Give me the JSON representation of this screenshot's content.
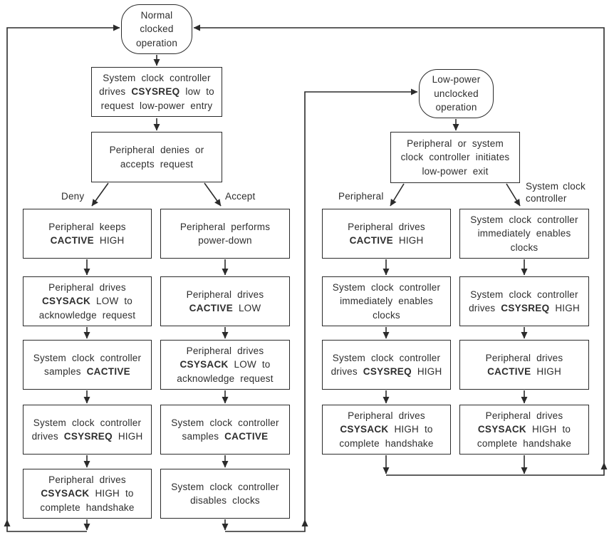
{
  "colors": {
    "line": "#2b2b2b",
    "text": "#2e2e2e",
    "background": "#ffffff"
  },
  "branch_labels": {
    "deny": "Deny",
    "accept": "Accept",
    "peripheral": "Peripheral",
    "system_clock_controller": "System clock controller"
  },
  "nodes": {
    "normal_operation": {
      "lines": [
        [
          {
            "t": "Normal"
          }
        ],
        [
          {
            "t": "clocked"
          }
        ],
        [
          {
            "t": "operation"
          }
        ]
      ]
    },
    "request_entry": {
      "lines": [
        [
          {
            "t": "System clock controller"
          }
        ],
        [
          {
            "t": "drives "
          },
          {
            "t": "CSYSREQ",
            "b": true
          },
          {
            "t": " low to"
          }
        ],
        [
          {
            "t": "request low-power entry"
          }
        ]
      ]
    },
    "deny_or_accept": {
      "lines": [
        [
          {
            "t": "Peripheral denies or"
          }
        ],
        [
          {
            "t": "accepts request"
          }
        ]
      ]
    },
    "low_power_operation": {
      "lines": [
        [
          {
            "t": "Low-power"
          }
        ],
        [
          {
            "t": "unclocked"
          }
        ],
        [
          {
            "t": "operation"
          }
        ]
      ]
    },
    "initiate_exit": {
      "lines": [
        [
          {
            "t": "Peripheral or system"
          }
        ],
        [
          {
            "t": "clock controller initiates"
          }
        ],
        [
          {
            "t": "low-power exit"
          }
        ]
      ]
    },
    "deny_keep_cactive": {
      "lines": [
        [
          {
            "t": "Peripheral keeps"
          }
        ],
        [
          {
            "t": "CACTIVE",
            "b": true
          },
          {
            "t": " HIGH"
          }
        ]
      ]
    },
    "deny_csysack_low": {
      "lines": [
        [
          {
            "t": "Peripheral drives"
          }
        ],
        [
          {
            "t": "CSYSACK",
            "b": true
          },
          {
            "t": " LOW to"
          }
        ],
        [
          {
            "t": "acknowledge request"
          }
        ]
      ]
    },
    "deny_sample_cactive": {
      "lines": [
        [
          {
            "t": "System clock controller"
          }
        ],
        [
          {
            "t": "samples "
          },
          {
            "t": "CACTIVE",
            "b": true
          }
        ]
      ]
    },
    "deny_csysreq_high": {
      "lines": [
        [
          {
            "t": "System clock controller"
          }
        ],
        [
          {
            "t": "drives "
          },
          {
            "t": "CSYSREQ",
            "b": true
          },
          {
            "t": " HIGH"
          }
        ]
      ]
    },
    "deny_csysack_high": {
      "lines": [
        [
          {
            "t": "Peripheral drives"
          }
        ],
        [
          {
            "t": "CSYSACK",
            "b": true
          },
          {
            "t": " HIGH to"
          }
        ],
        [
          {
            "t": "complete handshake"
          }
        ]
      ]
    },
    "accept_power_down": {
      "lines": [
        [
          {
            "t": "Peripheral performs"
          }
        ],
        [
          {
            "t": "power-down"
          }
        ]
      ]
    },
    "accept_cactive_low": {
      "lines": [
        [
          {
            "t": "Peripheral drives"
          }
        ],
        [
          {
            "t": "CACTIVE",
            "b": true
          },
          {
            "t": " LOW"
          }
        ]
      ]
    },
    "accept_csysack_low": {
      "lines": [
        [
          {
            "t": "Peripheral drives"
          }
        ],
        [
          {
            "t": "CSYSACK",
            "b": true
          },
          {
            "t": " LOW to"
          }
        ],
        [
          {
            "t": "acknowledge request"
          }
        ]
      ]
    },
    "accept_sample_cactive": {
      "lines": [
        [
          {
            "t": "System clock controller"
          }
        ],
        [
          {
            "t": "samples "
          },
          {
            "t": "CACTIVE",
            "b": true
          }
        ]
      ]
    },
    "accept_disable_clocks": {
      "lines": [
        [
          {
            "t": "System clock controller"
          }
        ],
        [
          {
            "t": "disables clocks"
          }
        ]
      ]
    },
    "periph_cactive_high": {
      "lines": [
        [
          {
            "t": "Peripheral drives"
          }
        ],
        [
          {
            "t": "CACTIVE",
            "b": true
          },
          {
            "t": " HIGH"
          }
        ]
      ]
    },
    "periph_enable_clocks": {
      "lines": [
        [
          {
            "t": "System clock controller"
          }
        ],
        [
          {
            "t": "immediately enables"
          }
        ],
        [
          {
            "t": "clocks"
          }
        ]
      ]
    },
    "periph_csysreq_high": {
      "lines": [
        [
          {
            "t": "System clock controller"
          }
        ],
        [
          {
            "t": "drives "
          },
          {
            "t": "CSYSREQ",
            "b": true
          },
          {
            "t": " HIGH"
          }
        ]
      ]
    },
    "periph_csysack_high": {
      "lines": [
        [
          {
            "t": "Peripheral drives"
          }
        ],
        [
          {
            "t": "CSYSACK",
            "b": true
          },
          {
            "t": " HIGH to"
          }
        ],
        [
          {
            "t": "complete handshake"
          }
        ]
      ]
    },
    "ctrl_enable_clocks": {
      "lines": [
        [
          {
            "t": "System clock controller"
          }
        ],
        [
          {
            "t": "immediately enables"
          }
        ],
        [
          {
            "t": "clocks"
          }
        ]
      ]
    },
    "ctrl_csysreq_high": {
      "lines": [
        [
          {
            "t": "System clock controller"
          }
        ],
        [
          {
            "t": "drives "
          },
          {
            "t": "CSYSREQ",
            "b": true
          },
          {
            "t": " HIGH"
          }
        ]
      ]
    },
    "ctrl_cactive_high": {
      "lines": [
        [
          {
            "t": "Peripheral drives"
          }
        ],
        [
          {
            "t": "CACTIVE",
            "b": true
          },
          {
            "t": " HIGH"
          }
        ]
      ]
    },
    "ctrl_csysack_high": {
      "lines": [
        [
          {
            "t": "Peripheral drives"
          }
        ],
        [
          {
            "t": "CSYSACK",
            "b": true
          },
          {
            "t": " HIGH to"
          }
        ],
        [
          {
            "t": "complete handshake"
          }
        ]
      ]
    }
  }
}
